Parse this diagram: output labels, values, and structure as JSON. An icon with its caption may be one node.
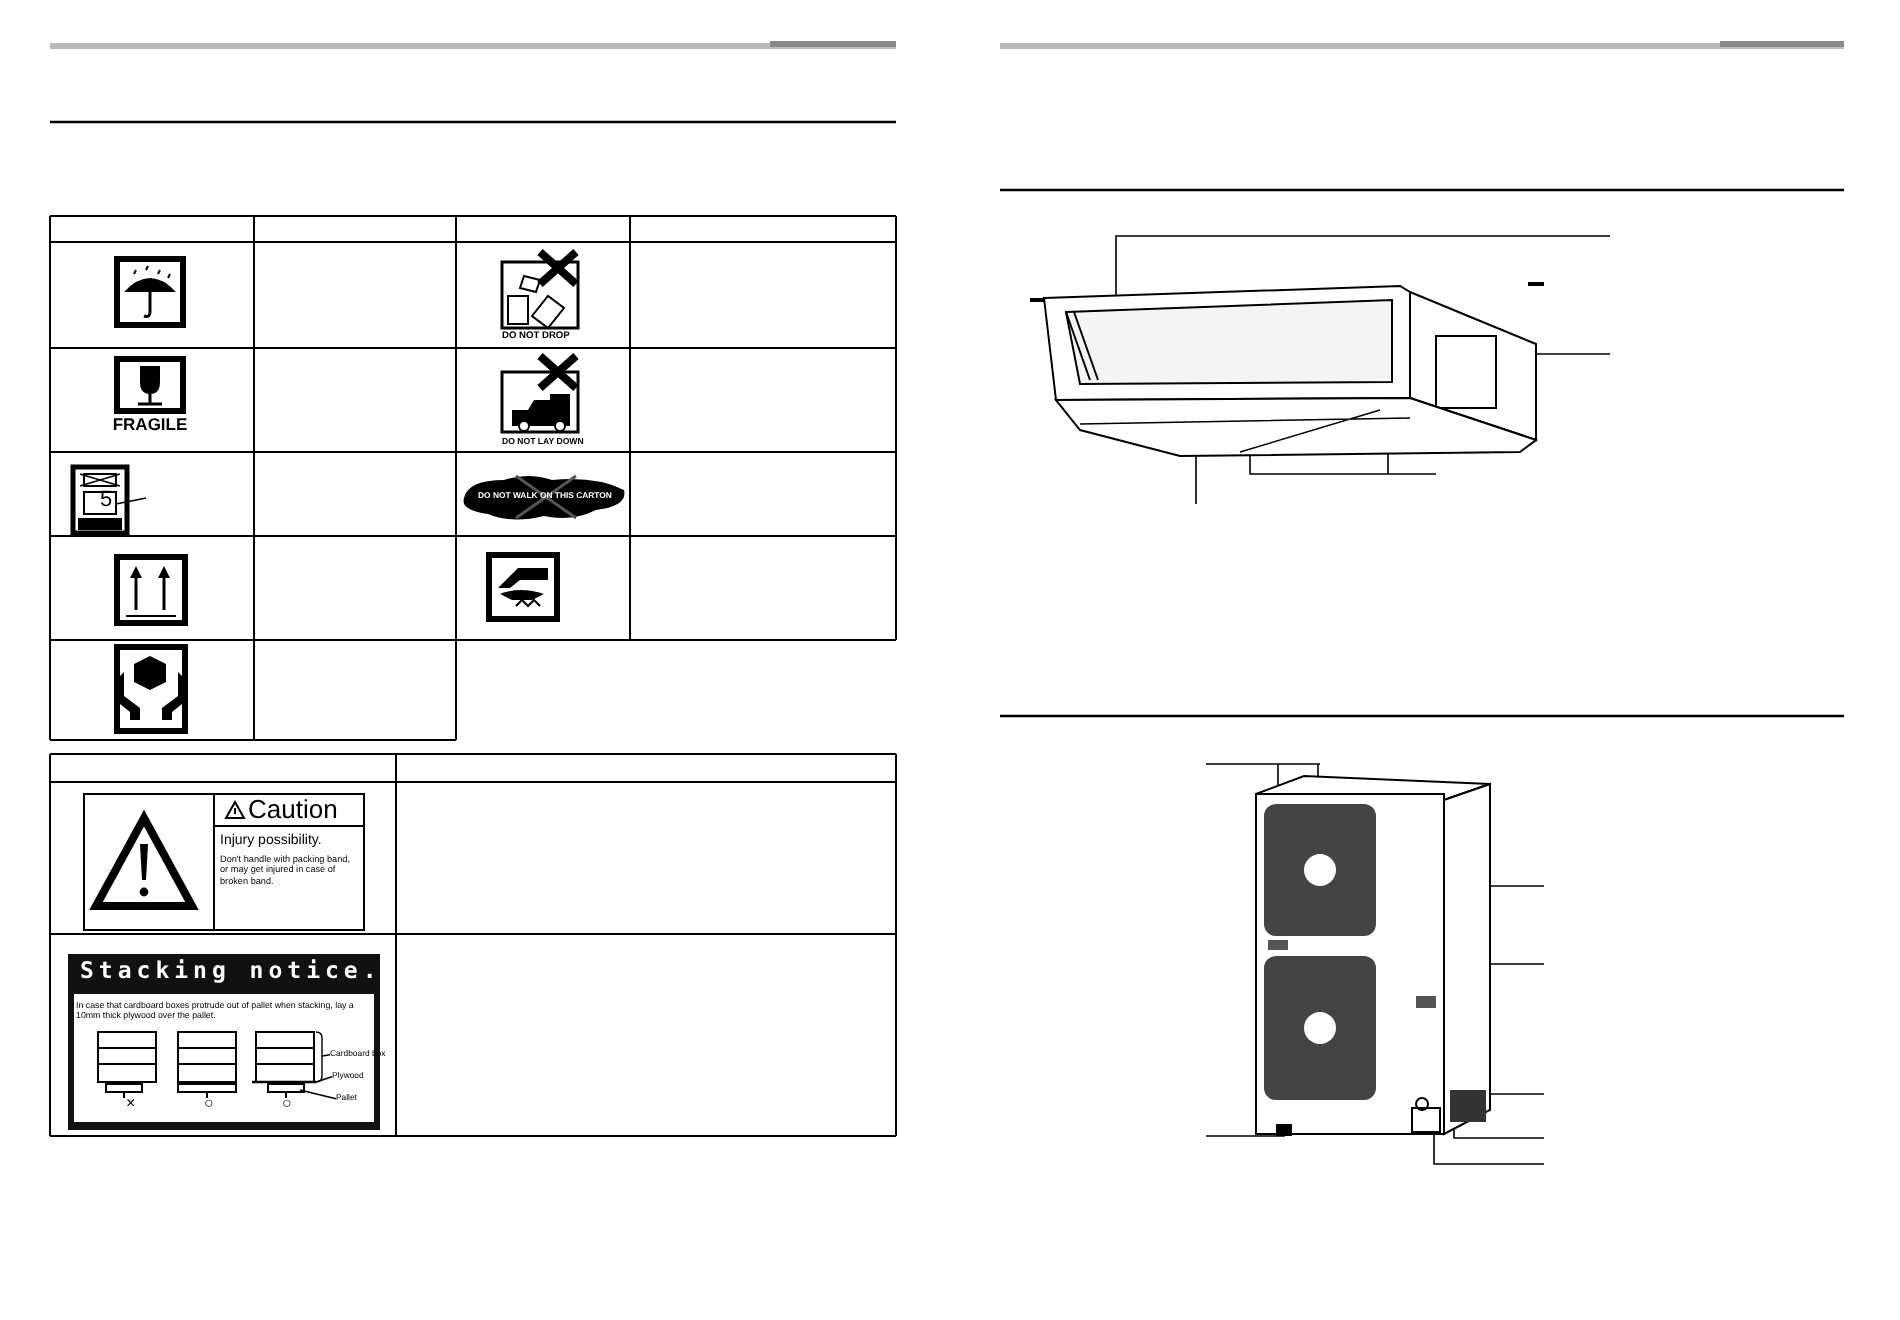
{
  "diagram": {
    "nodes": [
      {
        "text": [],
        "shape": "picture"
      },
      {
        "text": [
          "Cardboard box"
        ]
      },
      {
        "text": [
          "Plywood"
        ]
      },
      {
        "text": [
          "Pallet"
        ]
      },
      {
        "text": [],
        "shape": "picture"
      },
      {
        "text": [],
        "shape": "picture"
      }
    ],
    "edges": [
      {
        "from": 1,
        "to": 0,
        "arrow": "none"
      },
      {
        "from": 2,
        "to": 0,
        "arrow": "none"
      },
      {
        "from": 3,
        "to": 0,
        "arrow": "none"
      },
      {
        "from": null,
        "to": 4,
        "arrow": "none"
      },
      {
        "from": null,
        "to": 4,
        "arrow": "none"
      },
      {
        "from": null,
        "to": 4,
        "arrow": "none"
      },
      {
        "from": null,
        "to": 4,
        "arrow": "none"
      },
      {
        "from": null,
        "to": 5,
        "arrow": "none"
      },
      {
        "from": null,
        "to": 5,
        "arrow": "none"
      },
      {
        "from": null,
        "to": 5,
        "arrow": "none"
      },
      {
        "from": null,
        "to": 5,
        "arrow": "none"
      },
      {
        "from": null,
        "to": 5,
        "arrow": "none"
      },
      {
        "from": null,
        "to": 5,
        "arrow": "none"
      },
      {
        "from": null,
        "to": 5,
        "arrow": "none"
      }
    ],
    "labels": [
      "DO NOT DROP",
      "FRAGILE",
      "DO NOT LAY DOWN",
      "5",
      "DO NOT WALK ON THIS CARTON",
      "Caution",
      "Injury possibility.",
      "Don't handle with packing band, or may get injured in case of broken band.",
      "Stacking notice.",
      "In case that cardboard boxes protrude out of pallet when stacking, lay a 10mm thick plywood over the pallet.",
      "×",
      "○",
      "○"
    ]
  }
}
